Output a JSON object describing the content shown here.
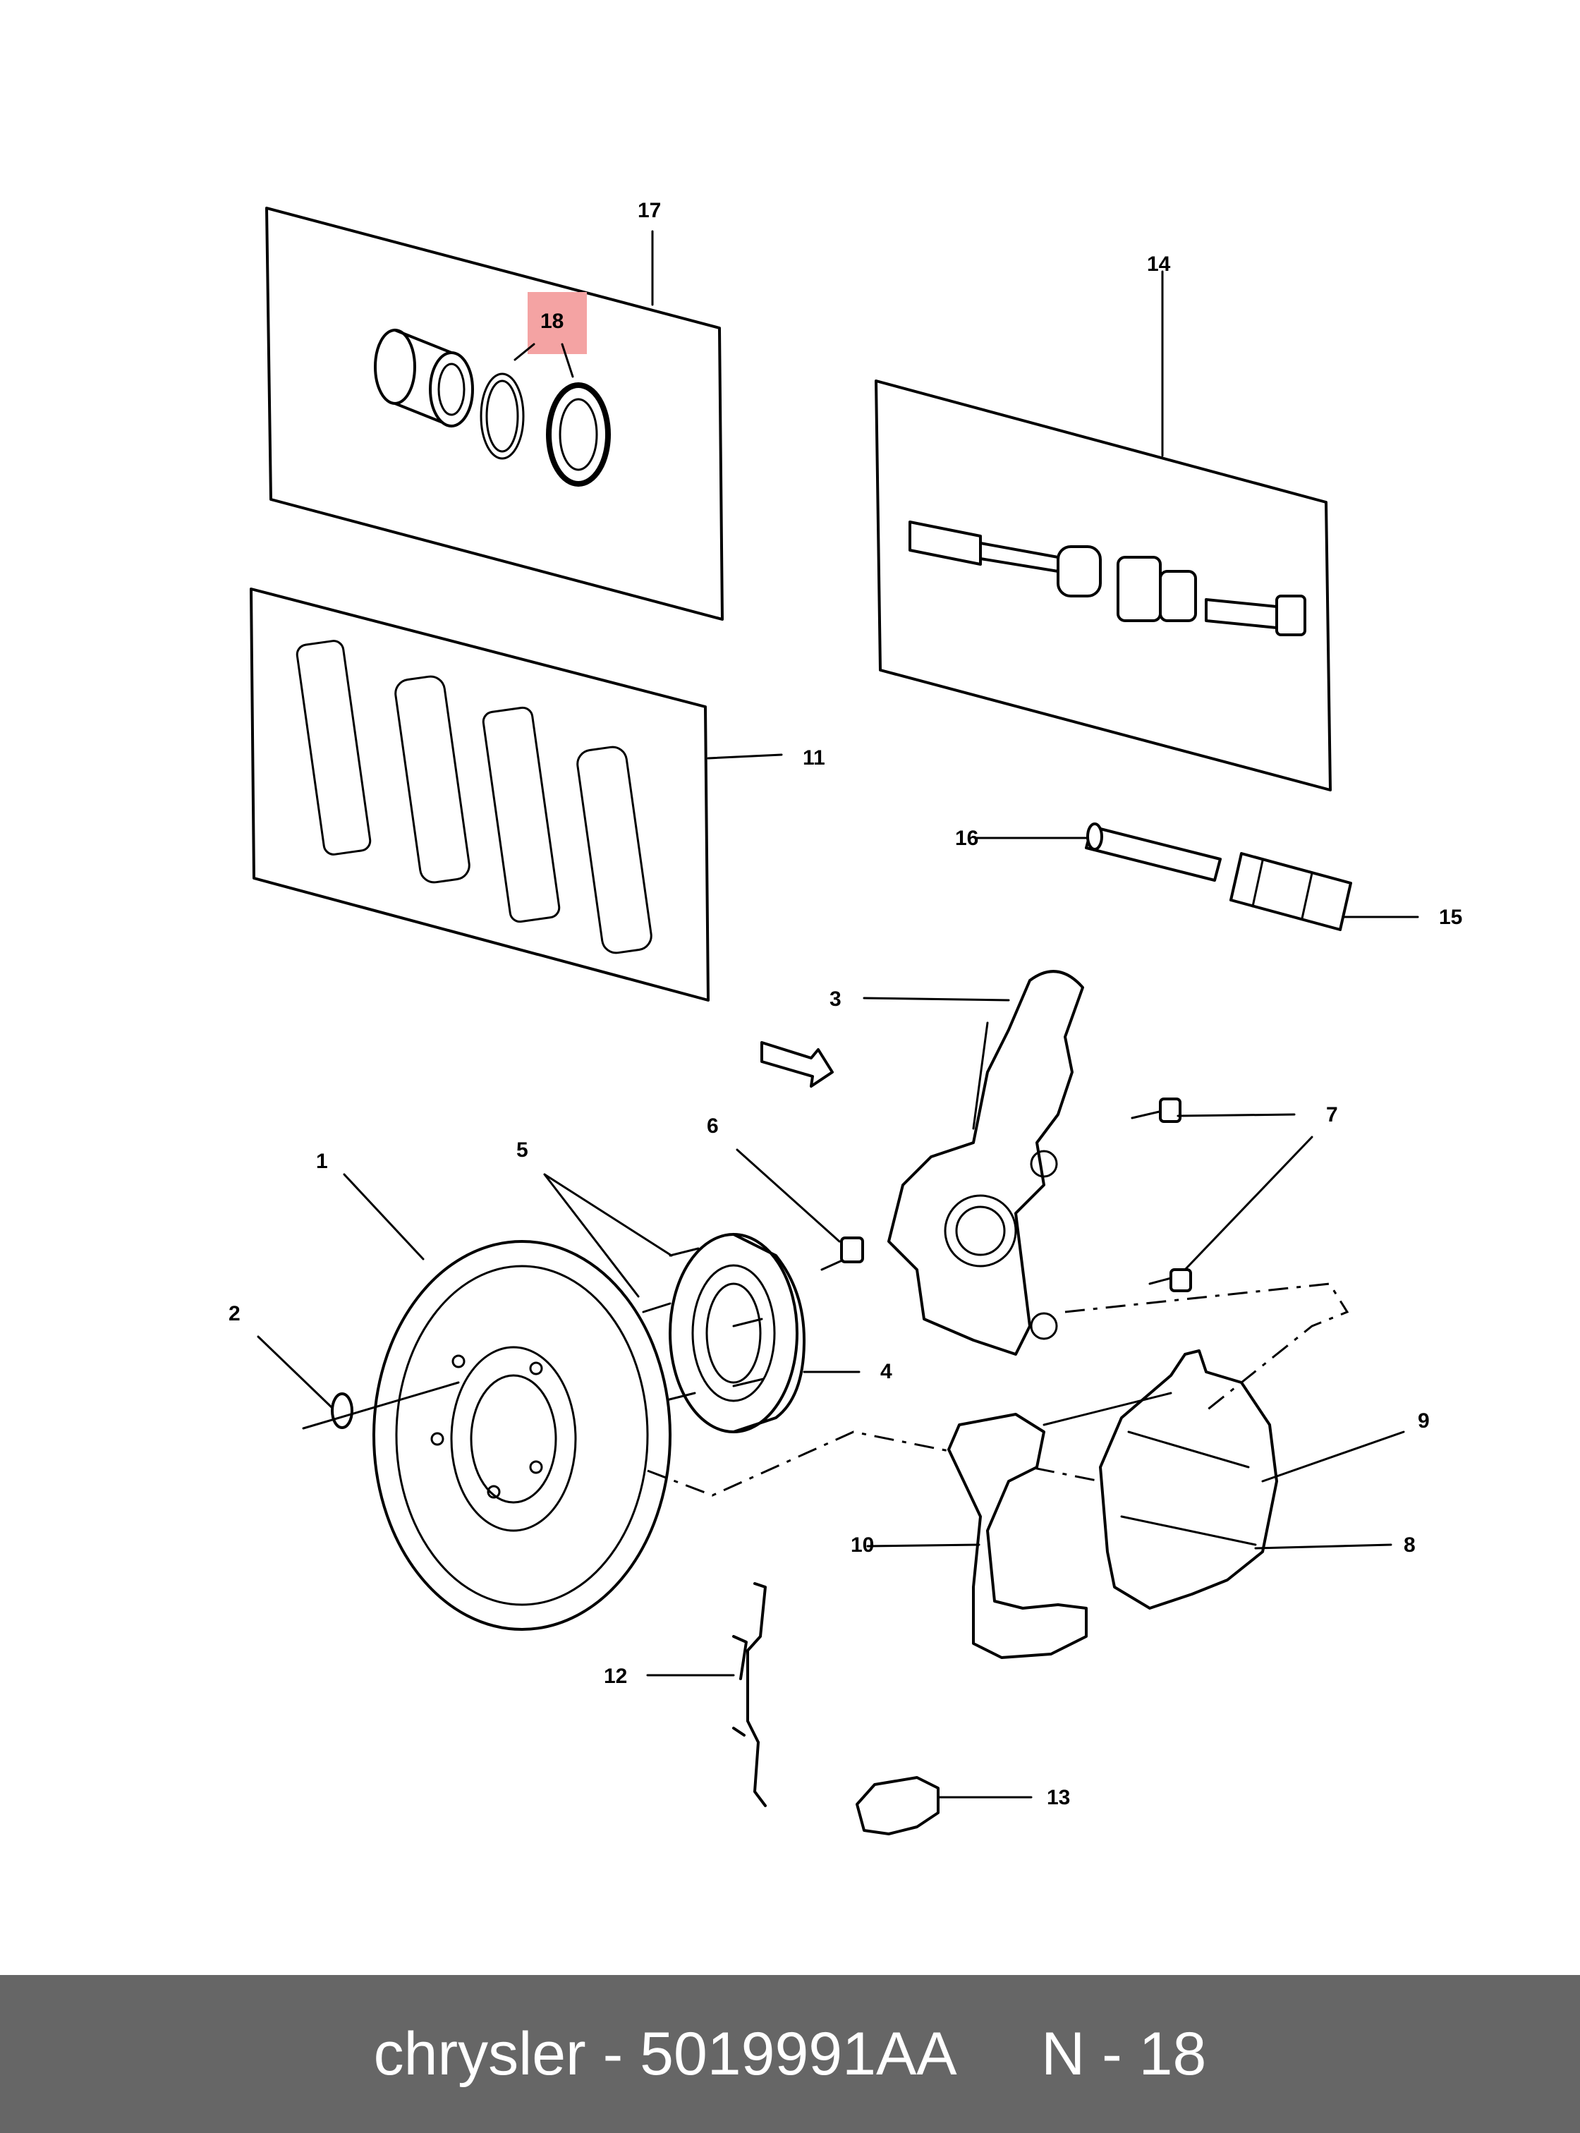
{
  "diagram": {
    "callouts": [
      "1",
      "2",
      "3",
      "4",
      "5",
      "6",
      "7",
      "8",
      "9",
      "10",
      "11",
      "12",
      "13",
      "14",
      "15",
      "16",
      "17",
      "18"
    ],
    "highlight_color": "#f4a3a3"
  },
  "footer": {
    "brand": "chrysler",
    "separator": "-",
    "part_number": "5019991AA",
    "position_label": "N - 18",
    "background_color": "#666666"
  }
}
